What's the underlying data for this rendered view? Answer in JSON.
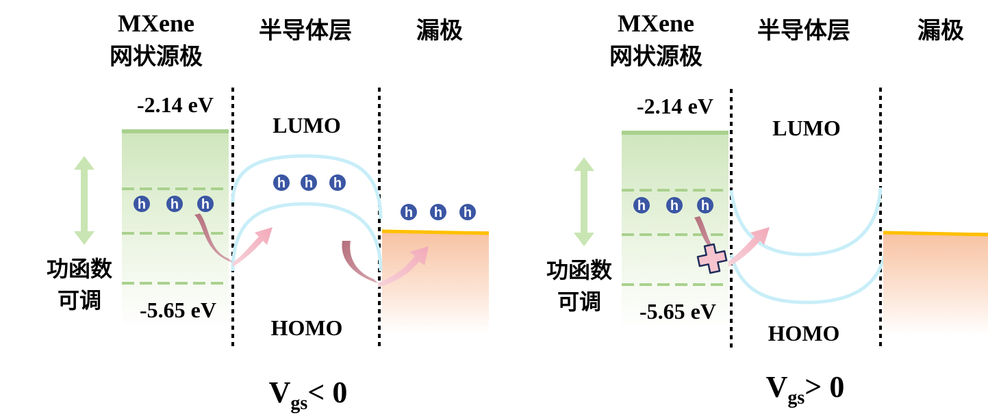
{
  "colors": {
    "mxene_green": "#a9d18e",
    "dashed_green": "#a9d18e",
    "band_cyan": "#c8eef8",
    "drain_orange": "#ffc000",
    "drain_fill": "#f8cbad",
    "hole_blue": "#3b56a3",
    "arrow_dark": "#c58f99",
    "arrow_light": "#f4b8c4",
    "cross_fill": "#f6c4ce",
    "cross_stroke": "#1f2d5a"
  },
  "icons": {
    "hole": "hole-h-icon",
    "double_arrow": "double-arrow-vertical-icon",
    "block": "cross-block-icon"
  },
  "panels": [
    {
      "id": "left",
      "header_source_line1": "MXene",
      "header_source_line2": "网状源极",
      "header_semiconductor": "半导体层",
      "header_drain": "漏极",
      "energy_top": "-2.14 eV",
      "energy_bottom": "-5.65 eV",
      "work_function_line1": "功函数",
      "work_function_line2": "可调",
      "lumo": "LUMO",
      "homo": "HOMO",
      "hole_symbol": "h",
      "condition_v": "V",
      "condition_sub": "gs",
      "condition_rel": "< 0"
    },
    {
      "id": "right",
      "header_source_line1": "MXene",
      "header_source_line2": "网状源极",
      "header_semiconductor": "半导体层",
      "header_drain": "漏极",
      "energy_top": "-2.14 eV",
      "energy_bottom": "-5.65 eV",
      "work_function_line1": "功函数",
      "work_function_line2": "可调",
      "lumo": "LUMO",
      "homo": "HOMO",
      "hole_symbol": "h",
      "condition_v": "V",
      "condition_sub": "gs",
      "condition_rel": "> 0"
    }
  ]
}
